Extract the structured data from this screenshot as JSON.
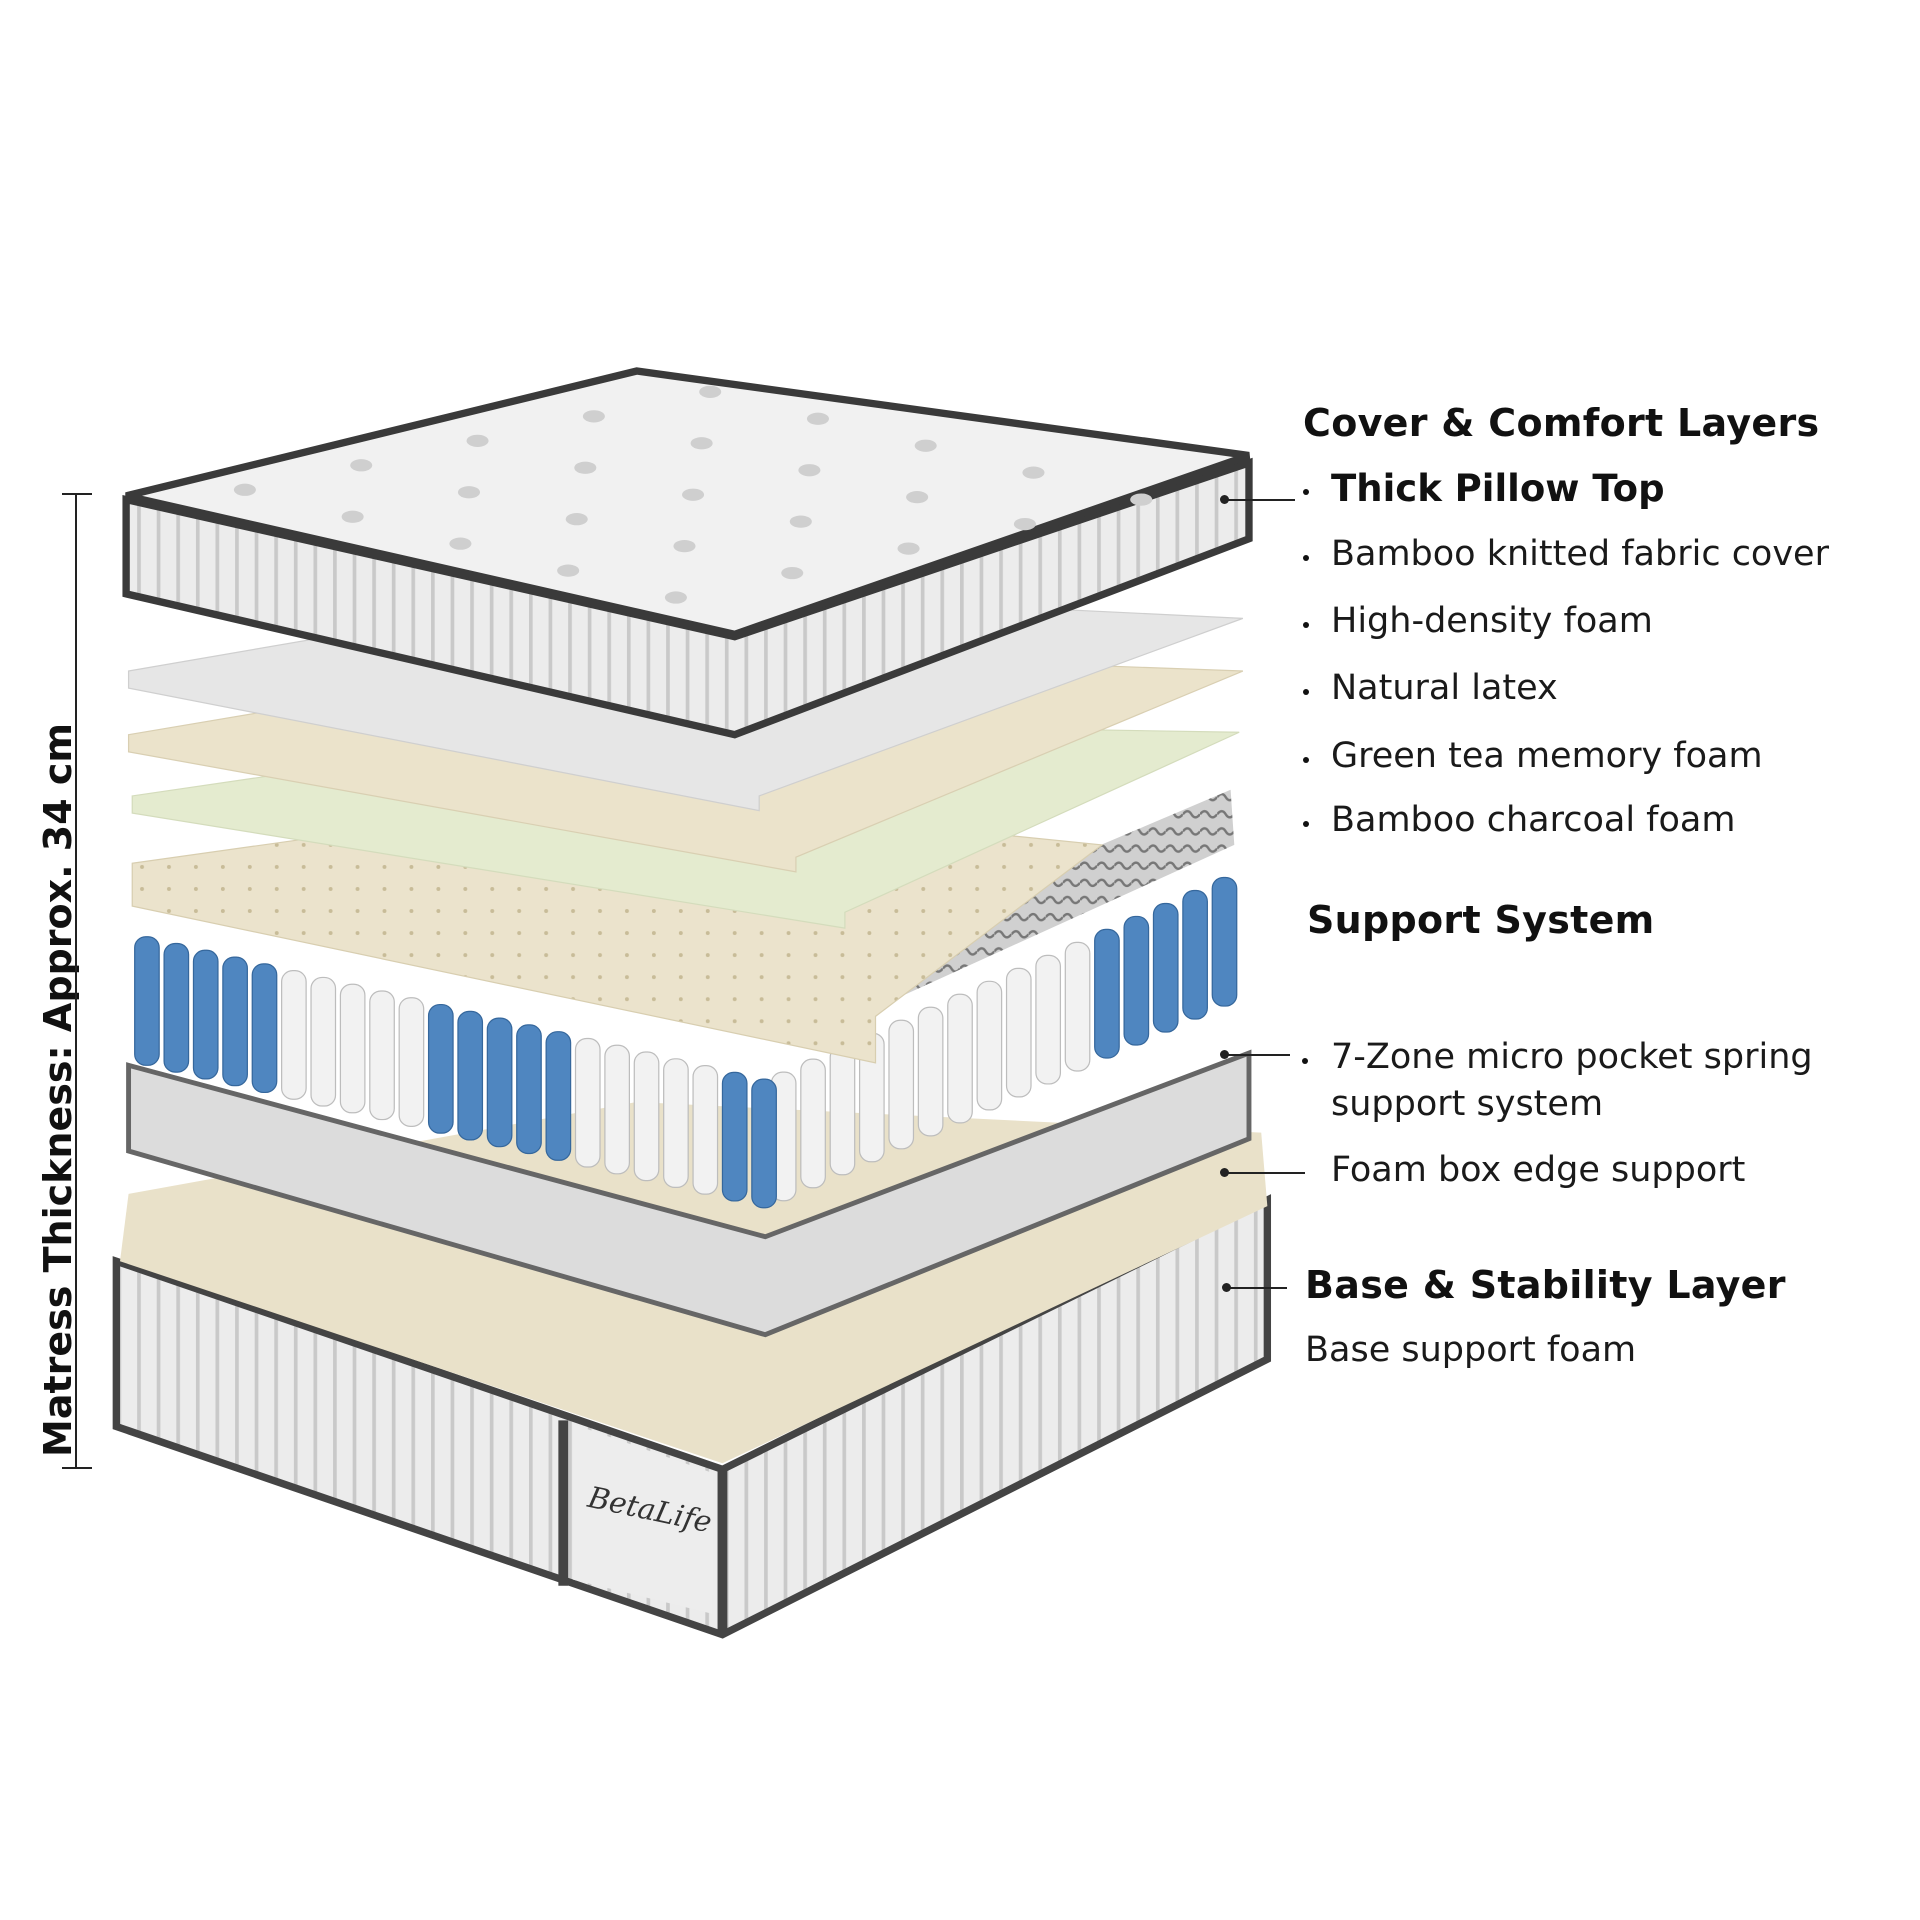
{
  "thickness_label": "Matress Thickness: Approx.  34 cm",
  "brand_logo": "BetaLife",
  "sections": {
    "cover": {
      "heading": "Cover & Comfort Layers",
      "items": [
        "Thick Pillow Top",
        "Bamboo knitted fabric cover",
        "High-density foam",
        "Natural latex",
        "Green tea memory foam",
        "Bamboo charcoal foam"
      ]
    },
    "support": {
      "heading": "Support System",
      "items": [
        "7-Zone micro pocket spring",
        "support system",
        "Foam box edge support"
      ]
    },
    "base": {
      "heading": "Base & Stability Layer",
      "items": [
        "Base support foam"
      ]
    }
  },
  "colors": {
    "spring_blue": "#4f86c0",
    "spring_white": "#f2f2f2",
    "latex": "#e8e0c8",
    "green_foam": "#e6ecd0",
    "cover_grey": "#d9d9d9",
    "piping": "#3a3a3a"
  }
}
